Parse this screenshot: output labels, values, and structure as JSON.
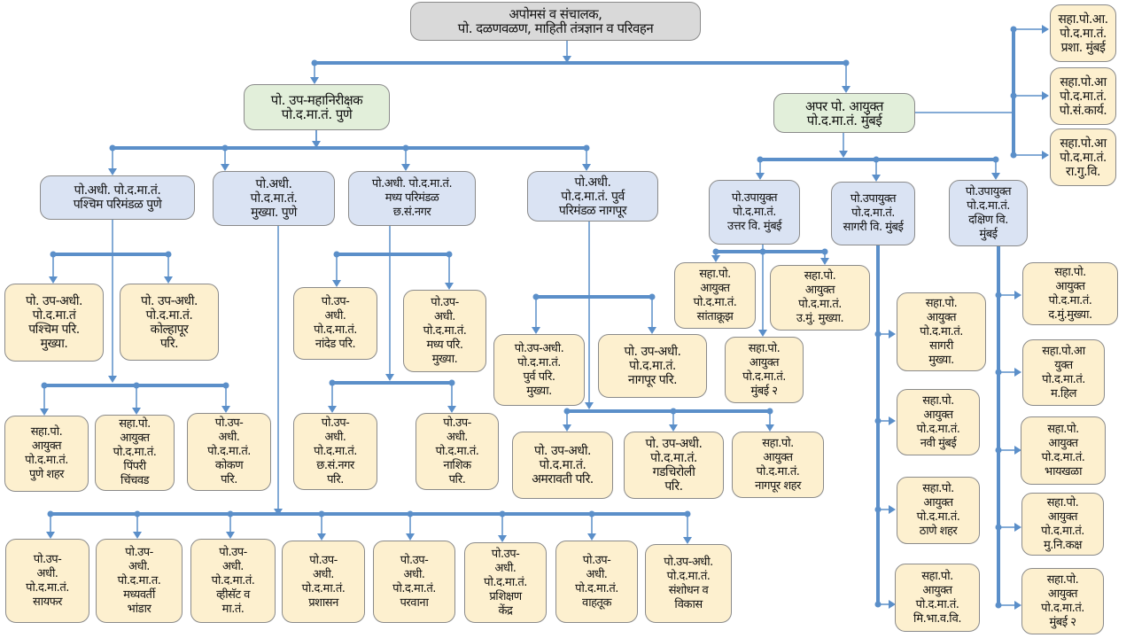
{
  "colors": {
    "connector": "#5b8fc9",
    "root": "#d9d9d9",
    "level1": "#e2efda",
    "level2": "#dae3f3",
    "level3": "#fdf0cf"
  },
  "nodes": [
    "अपोमसं व संचालक,\nपो. दळणवळण, माहिती तंत्रज्ञान व परिवहन",
    "पो. उप-महानिरीक्षक\nपो.द.मा.तं. पुणे",
    "अपर पो. आयुक्त\nपो.द.मा.तं. मुंबई",
    "सहा.पो.आ.\nपो.द.मा.तं.\nप्रशा. मुंबई",
    "सहा.पो.आ\nपो.द.मा.तं.\nपो.सं.कार्य.",
    "सहा.पो.आ\nपो.द.मा.तं.\nरा.गु.वि.",
    "पो.अधी. पो.द.मा.तं.\nपश्चिम परिमंडळ पुणे",
    "पो.अधी.\nपो.द.मा.तं.\nमुख्या. पुणे",
    "पो.अधी.  पो.द.मा.तं.\nमध्य परिमंडळ\nछ.सं.नगर",
    "पो.अधी.\nपो.द.मा.तं. पुर्व\nपरिमंडळ नागपूर",
    "पो.उपायुक्त\nपो.द.मा.तं.\nउत्तर वि. मुंबई",
    "पो.उपायुक्त\nपो.द.मा.तं.\nसागरी वि. मुंबई",
    "पो.उपायुक्त\nपो.द.मा.तं.\nदक्षिण वि.\nमुंबई",
    "पो. उप-अधी.\nपो.द.मा.तं\nपश्चिम परि.\nमुख्या.",
    "पो. उप-अधी.\nपो.द.मा.तं.\nकोल्हापूर\nपरि.",
    "सहा.पो.\nआयुक्त\nपो.द.मा.तं.\nपुणे शहर",
    "सहा.पो.\nआयुक्त\nपो.द.मा.तं.\nपिंपरी\nचिंचवड",
    "पो.उप-\nअधी.\nपो.द.मा.तं.\nकोकण\nपरि.",
    "पो.उप-\nअधी.\nपो.द.मा.तं.\nनांदेड परि.",
    "पो.उप-\nअधी.\nपो.द.मा.तं.\nमध्य परि.\nमुख्या.",
    "पो.उप-\nअधी.\nपो.द.मा.तं.\nछ.सं.नगर\nपरि.",
    "पो.उप-\nअधी.\nपो.द.मा.तं.\nनाशिक\nपरि.",
    "पो.उप-अधी.\nपो.द.मा.तं.\nपुर्व परि.\nमुख्या.",
    "पो. उप-अधी.\nपो.द.मा.तं.\nनागपूर परि.",
    "पो. उप-अधी.\nपो.द.मा.तं.\nअमरावती परि.",
    "पो. उप-अधी.\nपो.द.मा.तं.\nगडचिरोली\nपरि.",
    "सहा.पो.\nआयुक्त\nपो.द.मा.तं.\nनागपूर शहर",
    "सहा.पो.\nआयुक्त\nपो.द.मा.तं.\nसांताक्रूझ",
    "सहा.पो.\nआयुक्त\nपो.द.मा.तं.\nउ.मुं. मुख्या.",
    "सहा.पो.\nआयुक्त\nपो.द.मा.तं.\nमुंबई २",
    "सहा.पो.\nआयुक्त\nपो.द.मा.तं.\nसागरी\nमुख्या.",
    "सहा.पो.\nआयुक्त\nपो.द.मा.तं.\nनवी मुंबई",
    "सहा.पो.\nआयुक्त\nपो.द.मा.तं.\nठाणे शहर",
    "सहा.पो.\nआयुक्त\nपो.द.मा.तं.\nमि.भा.व.वि.",
    "सहा.पो.\nआयुक्त\nपो.द.मा.तं.\nद.मुं.मुख्या.",
    "सहा.पो.आ\nयुक्त\nपो.द.मा.तं.\nम.हिल",
    "सहा.पो.\nआयुक्त\nपो.द.मा.तं.\nभायखळा",
    "सहा.पो.\nआयुक्त\nपो.द.मा.तं.\nमु.नि.कक्ष",
    "सहा.पो.\nआयुक्त\nपो.द.मा.तं.\nमुंबई २",
    "पो.उप-\nअधी.\nपो.द.मा.तं.\nसायफर",
    "पो.उप-\nअधी.\nपो.द.मा.त.\nमध्यवर्ती\nभांडार",
    "पो.उप-\nअधी.\nपो.द.मा.तं.\nव्हीसॅट व\nमा.तं.",
    "पो.उप-\nअधी.\nपो.द.मा.तं.\nप्रशासन",
    "पो.उप-\nअधी.\nपो.द.मा.तं.\nपरवाना",
    "पो.उप-\nअधी.\nपो.द.मा.तं.\nप्रशिक्षण\nकेंद्र",
    "पो.उप-\nअधी.\nपो.द.मा.तं.\nवाहतूक",
    "पो.उप-अधी.\nपो.द.मा.तं.\nसंशोधन व\nविकास"
  ]
}
